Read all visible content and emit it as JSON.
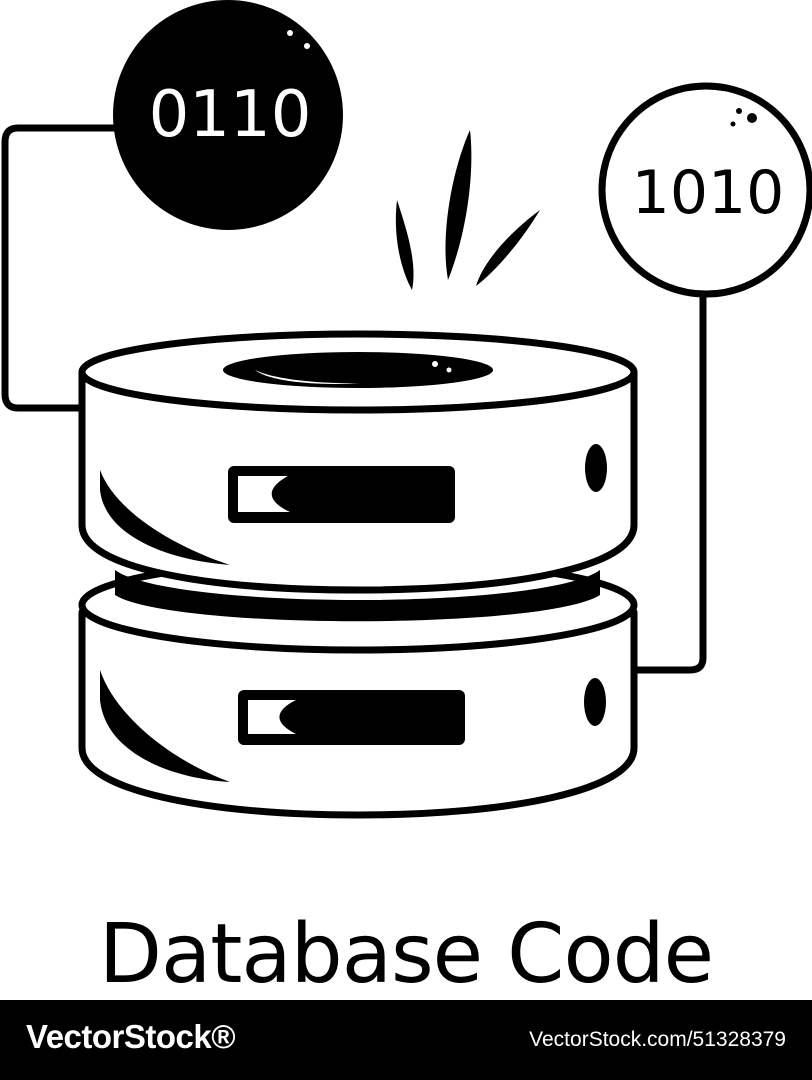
{
  "illustration": {
    "badge_left": "0110",
    "badge_right": "1010",
    "icon": "database-server-icon"
  },
  "caption": "Database Code",
  "footer": {
    "brand": "VectorStock®",
    "stock_id": "VectorStock.com/51328379"
  },
  "colors": {
    "ink": "#000000",
    "paper": "#ffffff"
  }
}
